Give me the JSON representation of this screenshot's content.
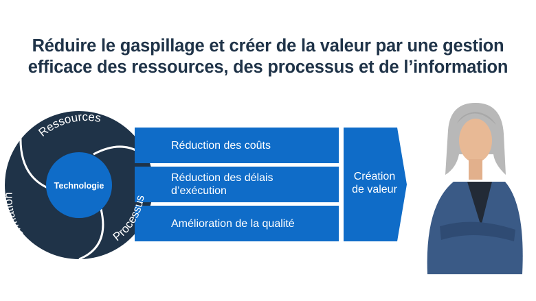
{
  "title_line1": "Réduire le gaspillage et créer de la valeur par une gestion",
  "title_line2": "efficace des ressources, des processus et de l’information",
  "cycle": {
    "center": "Technologie",
    "segments": [
      "Ressources",
      "Processus",
      "Information"
    ]
  },
  "benefits": [
    "Réduction des coûts",
    "Réduction des délais d’exécution",
    "Amélioration de la qualité"
  ],
  "benefits_split": {
    "line1": "Réduction des délais",
    "line2": "d’exécution"
  },
  "result": {
    "line1": "Création",
    "line2": "de valeur"
  },
  "colors": {
    "navy": "#1f3348",
    "blue": "#0f6cc8"
  }
}
